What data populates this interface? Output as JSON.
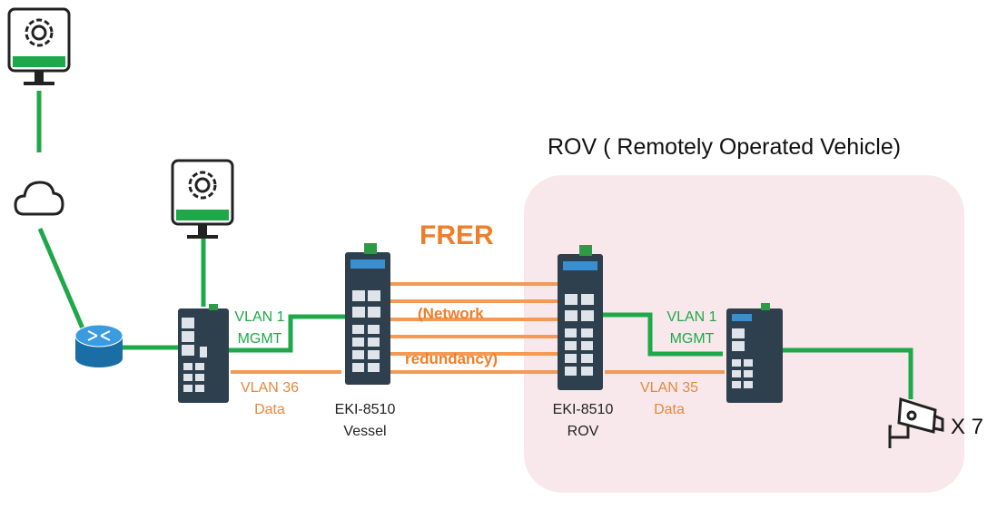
{
  "title": "ROV ( Remotely Operated Vehicle)",
  "frer": {
    "title": "FRER",
    "line1": "(Network",
    "line2": "redundancy)"
  },
  "left_vlan_mgmt": {
    "line1": "VLAN 1",
    "line2": "MGMT"
  },
  "left_vlan_data": {
    "line1": "VLAN 36",
    "line2": "Data"
  },
  "right_vlan_mgmt": {
    "line1": "VLAN 1",
    "line2": "MGMT"
  },
  "right_vlan_data": {
    "line1": "VLAN 35",
    "line2": "Data"
  },
  "vessel_switch": {
    "line1": "EKI-8510",
    "line2": "Vessel"
  },
  "rov_switch": {
    "line1": "EKI-8510",
    "line2": "ROV"
  },
  "camera_count": "X 7",
  "colors": {
    "mgmt_link": "#1fa84a",
    "data_link": "#f59a55",
    "rov_zone": "#f8e8ec",
    "frer_text": "#f07d28"
  }
}
